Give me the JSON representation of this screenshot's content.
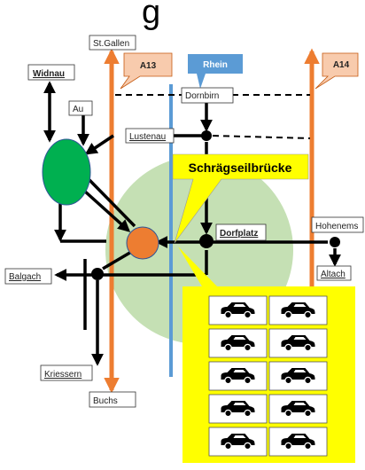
{
  "title_fragment": "g",
  "places": {
    "st_gallen": "St.Gallen",
    "widnau": "Widnau",
    "au": "Au",
    "dornbirn": "Dornbirn",
    "lustenau": "Lustenau",
    "dorfplatz": "Dorfplatz",
    "hohenems": "Hohenems",
    "altach": "Altach",
    "balgach": "Balgach",
    "kriessern": "Kriessern",
    "buchs": "Buchs"
  },
  "roads": {
    "a13": "A13",
    "a14": "A14",
    "rhein": "Rhein"
  },
  "callout": "Schrägseilbrücke",
  "parking": {
    "rows": 5,
    "cols": 2,
    "icon": "car-icon"
  },
  "colors": {
    "road": "#ed7d31",
    "rhein": "#5b9bd5",
    "rhein_label_bg": "#5b9bd5",
    "road_label_bg": "#f8cbad",
    "green_node": "#00b050",
    "orange_node": "#ed7d31",
    "zone": "#c5e0b4",
    "callout_bg": "#ffff00",
    "parking_bg": "#ffff00"
  }
}
